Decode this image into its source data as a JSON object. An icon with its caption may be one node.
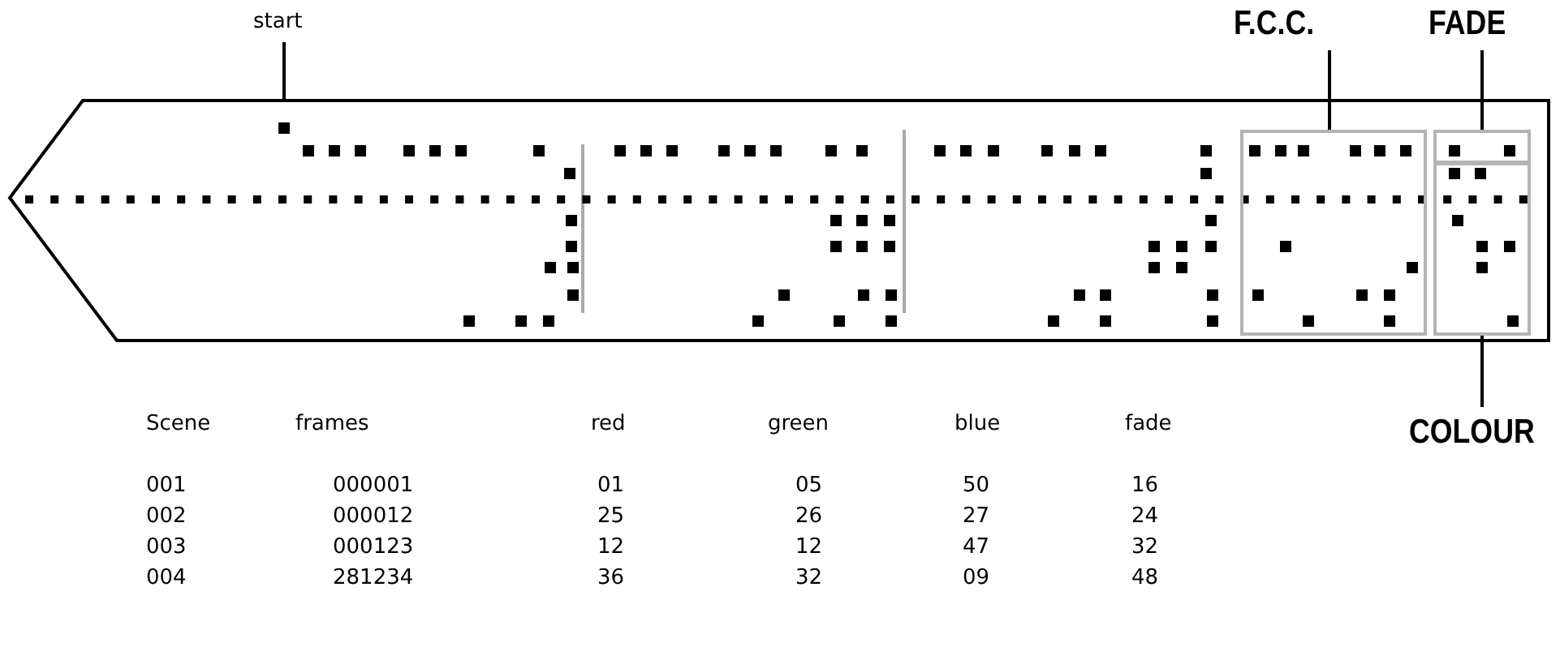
{
  "diagram": {
    "nodes": [
      {
        "text": [
          "start"
        ]
      },
      {
        "text": [
          "F.C.C."
        ]
      },
      {
        "text": [
          "FADE"
        ]
      },
      {
        "text": [
          "COLOUR"
        ]
      },
      {
        "text": [],
        "shape": "box"
      },
      {
        "text": [],
        "shape": "box"
      },
      {
        "text": [],
        "shape": "box"
      }
    ],
    "edges": [
      {
        "from": 0,
        "to": null,
        "arrow": "none"
      },
      {
        "from": 1,
        "to": 4,
        "arrow": "none"
      },
      {
        "from": 2,
        "to": 5,
        "arrow": "none"
      },
      {
        "from": 3,
        "to": 6,
        "arrow": "none"
      }
    ],
    "labels": [
      "Scene",
      "frames",
      "red",
      "green",
      "blue",
      "fade",
      "001",
      "000001",
      "01",
      "05",
      "50",
      "16",
      "002",
      "000012",
      "25",
      "26",
      "27",
      "24",
      "003",
      "000123",
      "12",
      "12",
      "47",
      "32",
      "004",
      "281234",
      "36",
      "32",
      "09",
      "48"
    ]
  }
}
